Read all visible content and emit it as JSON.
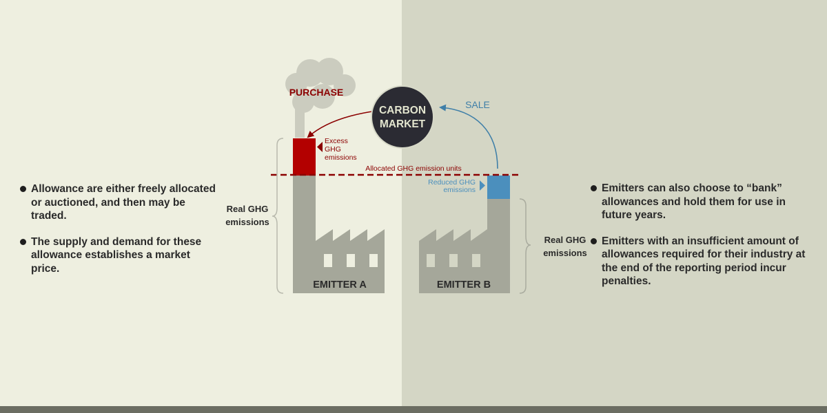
{
  "diagram": {
    "market_label_line1": "CARBON",
    "market_label_line2": "MARKET",
    "purchase_label": "PURCHASE",
    "sale_label": "SALE",
    "excess_line1": "Excess",
    "excess_line2": "GHG",
    "excess_line3": "emissions",
    "allocated_label": "Allocated GHG emission units",
    "reduced_line1": "Reduced GHG",
    "reduced_line2": "emissions",
    "real_left_line1": "Real GHG",
    "real_left_line2": "emissions",
    "real_right_line1": "Real GHG",
    "real_right_line2": "emissions",
    "emitter_a": "EMITTER A",
    "emitter_b": "EMITTER B"
  },
  "left_bullets": [
    "Allowance are either freely allocated or auctioned, and then may be traded.",
    "The supply and demand for these allowance establishes a market price."
  ],
  "right_bullets": [
    "Emitters can also choose to “bank” allowances and hold them for use in future years.",
    "Emitters with an insufficient amount of allowances required for their industry at the end of the reporting period incur penalties."
  ],
  "colors": {
    "bg_left": "#eeefe0",
    "bg_right": "#d4d6c5",
    "factory": "#a5a79a",
    "excess_red": "#b30000",
    "arrow_red": "#8b0000",
    "reduced_blue": "#4b8fbd",
    "arrow_blue": "#3f7fa8",
    "market_circle": "#2b2b33",
    "market_text": "#e3e5cf"
  }
}
